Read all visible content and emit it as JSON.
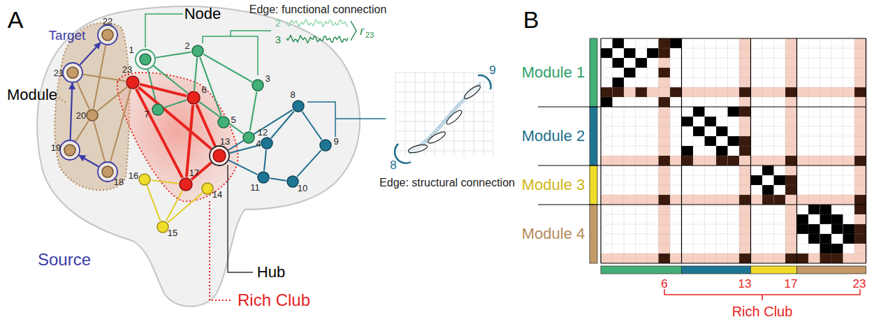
{
  "diagram": {
    "nodes": [
      {
        "text": [
          "1"
        ]
      },
      {
        "text": [
          "2"
        ]
      },
      {
        "text": [
          "3"
        ]
      },
      {
        "text": [
          "4"
        ]
      },
      {
        "text": [
          "5"
        ]
      },
      {
        "text": [
          "6"
        ]
      },
      {
        "text": [
          "7"
        ]
      },
      {
        "text": [
          "8"
        ]
      },
      {
        "text": [
          "9"
        ]
      },
      {
        "text": [
          "10"
        ]
      },
      {
        "text": [
          "11"
        ]
      },
      {
        "text": [
          "12"
        ]
      },
      {
        "text": [
          "13"
        ]
      },
      {
        "text": [
          "14"
        ]
      },
      {
        "text": [
          "15"
        ]
      },
      {
        "text": [
          "16"
        ]
      },
      {
        "text": [
          "17"
        ]
      },
      {
        "text": [
          "18"
        ]
      },
      {
        "text": [
          "19"
        ]
      },
      {
        "text": [
          "20"
        ]
      },
      {
        "text": [
          "21"
        ]
      },
      {
        "text": [
          "22"
        ]
      },
      {
        "text": [
          "23"
        ]
      }
    ],
    "edges": [
      {
        "from": 0,
        "to": 1,
        "arrow": "none"
      },
      {
        "from": 0,
        "to": 5,
        "arrow": "none"
      },
      {
        "from": 0,
        "to": 6,
        "arrow": "none"
      },
      {
        "from": 6,
        "to": 5,
        "arrow": "none"
      },
      {
        "from": 1,
        "to": 5,
        "arrow": "none"
      },
      {
        "from": 1,
        "to": 4,
        "arrow": "none"
      },
      {
        "from": 1,
        "to": 2,
        "arrow": "none"
      },
      {
        "from": 2,
        "to": 3,
        "arrow": "none"
      },
      {
        "from": 5,
        "to": 3,
        "arrow": "none"
      },
      {
        "from": 5,
        "to": 22,
        "arrow": "none"
      },
      {
        "from": 5,
        "to": 12,
        "arrow": "none"
      },
      {
        "from": 5,
        "to": 16,
        "arrow": "none"
      },
      {
        "from": 22,
        "to": 12,
        "arrow": "none"
      },
      {
        "from": 22,
        "to": 16,
        "arrow": "none"
      },
      {
        "from": 12,
        "to": 16,
        "arrow": "none"
      },
      {
        "from": 12,
        "to": 7,
        "arrow": "none"
      },
      {
        "from": 12,
        "to": 11,
        "arrow": "none"
      },
      {
        "from": 12,
        "to": 10,
        "arrow": "none"
      },
      {
        "from": 7,
        "to": 11,
        "arrow": "none"
      },
      {
        "from": 7,
        "to": 8,
        "arrow": "none"
      },
      {
        "from": 8,
        "to": 9,
        "arrow": "none"
      },
      {
        "from": 9,
        "to": 10,
        "arrow": "none"
      },
      {
        "from": 10,
        "to": 11,
        "arrow": "none"
      },
      {
        "from": 15,
        "to": 16,
        "arrow": "none"
      },
      {
        "from": 15,
        "to": 14,
        "arrow": "none"
      },
      {
        "from": 14,
        "to": 13,
        "arrow": "none"
      },
      {
        "from": 14,
        "to": 16,
        "arrow": "none"
      },
      {
        "from": 22,
        "to": 20,
        "arrow": "none"
      },
      {
        "from": 22,
        "to": 17,
        "arrow": "none"
      },
      {
        "from": 19,
        "to": 20,
        "arrow": "none"
      },
      {
        "from": 19,
        "to": 18,
        "arrow": "none"
      },
      {
        "from": 19,
        "to": 17,
        "arrow": "none"
      },
      {
        "from": 19,
        "to": 21,
        "arrow": "none"
      },
      {
        "from": 19,
        "to": 22,
        "arrow": "none"
      },
      {
        "from": 17,
        "to": 18,
        "arrow": "to"
      },
      {
        "from": 18,
        "to": 20,
        "arrow": "to"
      },
      {
        "from": 20,
        "to": 21,
        "arrow": "to"
      }
    ],
    "labels": [
      "A",
      "Node",
      "Edge: functional connection",
      "2",
      "3",
      "r",
      "23",
      "Module",
      "Target",
      "Source",
      "Rich Club",
      "Hub",
      "9",
      "8",
      "Edge: structural connection",
      "B",
      "Module 1",
      "Module 2",
      "Module 3",
      "Module 4",
      "6",
      "13",
      "17",
      "23",
      "Rich Club"
    ]
  }
}
